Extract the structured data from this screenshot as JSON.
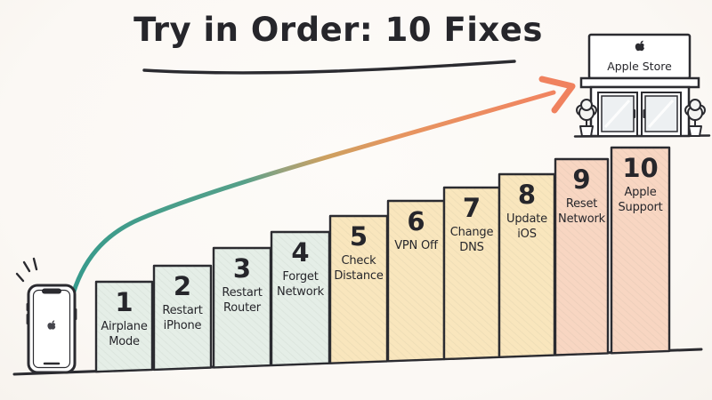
{
  "title": "Try in Order: 10 Fixes",
  "phone": {
    "icon": "apple-logo-icon"
  },
  "store": {
    "name": "Apple Store",
    "icon": "apple-logo-icon"
  },
  "palette": {
    "green": "#e5eee7",
    "yellow": "#f9e6bd",
    "salmon": "#f8d6c2",
    "ink": "#2b2b30",
    "arrow_start": "#359a8c",
    "arrow_mid": "#cda05f",
    "arrow_end": "#f28260"
  },
  "steps": [
    {
      "number": "1",
      "label": "Airplane Mode",
      "tone": "green"
    },
    {
      "number": "2",
      "label": "Restart iPhone",
      "tone": "green"
    },
    {
      "number": "3",
      "label": "Restart Router",
      "tone": "green"
    },
    {
      "number": "4",
      "label": "Forget Network",
      "tone": "green"
    },
    {
      "number": "5",
      "label": "Check Distance",
      "tone": "yellow"
    },
    {
      "number": "6",
      "label": "VPN Off",
      "tone": "yellow"
    },
    {
      "number": "7",
      "label": "Change DNS",
      "tone": "yellow"
    },
    {
      "number": "8",
      "label": "Update iOS",
      "tone": "yellow"
    },
    {
      "number": "9",
      "label": "Reset Network",
      "tone": "salmon"
    },
    {
      "number": "10",
      "label": "Apple Support",
      "tone": "salmon"
    }
  ]
}
